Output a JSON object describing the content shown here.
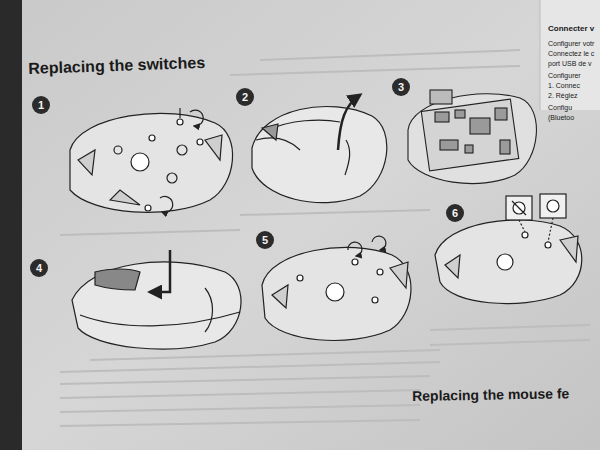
{
  "diagram": {
    "title": "Replacing the switches",
    "labels": [
      "1",
      "2",
      "3",
      "4",
      "5",
      "6",
      "Connecter v",
      "Configurer votr",
      "Connectez le c",
      "port USB de v",
      "Configurer",
      "1.  Connec",
      "2.  Réglez",
      "Configu",
      "(Bluetoo",
      "Replacing the mouse fe"
    ]
  }
}
